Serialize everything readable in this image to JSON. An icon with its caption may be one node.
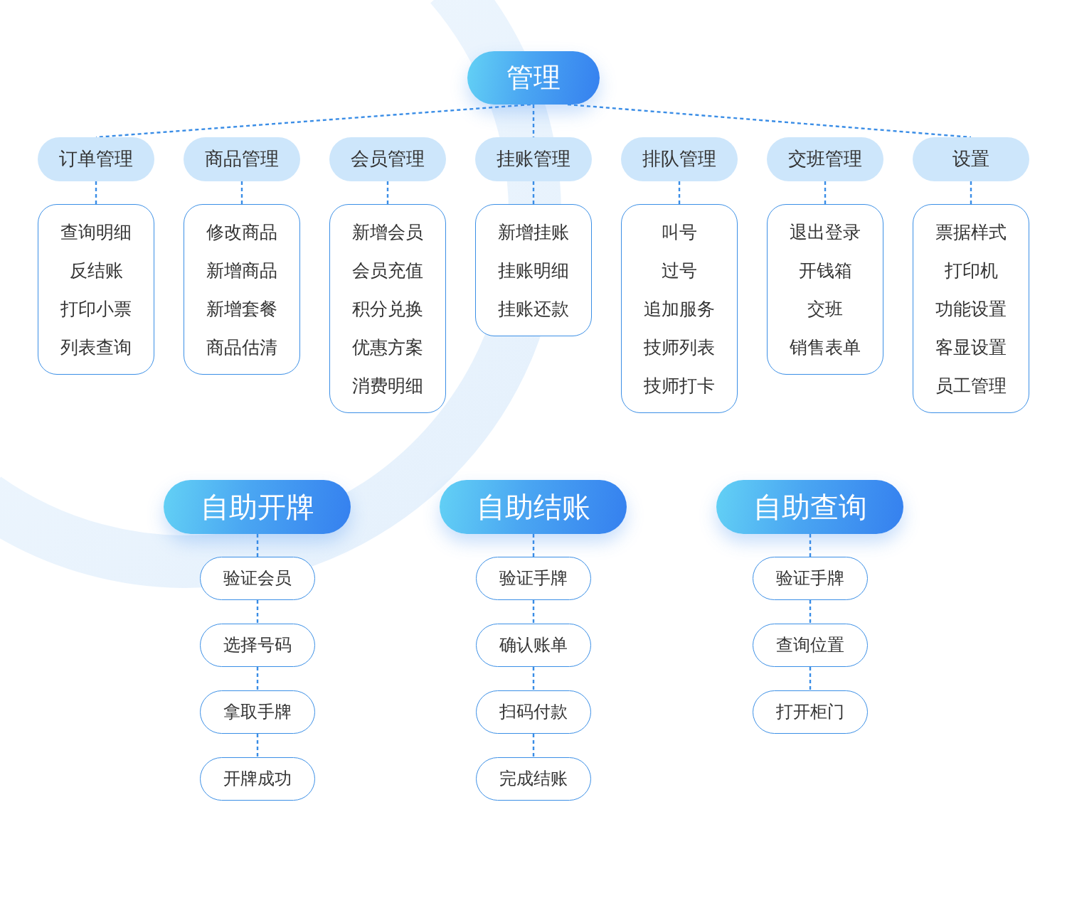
{
  "diagram": {
    "nodes": [
      {
        "text": [
          "管理"
        ]
      },
      {
        "text": [
          "订单管理"
        ]
      },
      {
        "text": [
          "商品管理"
        ]
      },
      {
        "text": [
          "会员管理"
        ]
      },
      {
        "text": [
          "挂账管理"
        ]
      },
      {
        "text": [
          "排队管理"
        ]
      },
      {
        "text": [
          "交班管理"
        ]
      },
      {
        "text": [
          "设置"
        ]
      },
      {
        "text": [
          "查询明细",
          "反结账",
          "打印小票",
          "列表查询"
        ]
      },
      {
        "text": [
          "修改商品",
          "新增商品",
          "新增套餐",
          "商品估清"
        ]
      },
      {
        "text": [
          "新增会员",
          "会员充值",
          "积分兑换",
          "优惠方案",
          "消费明细"
        ]
      },
      {
        "text": [
          "新增挂账",
          "挂账明细",
          "挂账还款"
        ]
      },
      {
        "text": [
          "叫号",
          "过号",
          "追加服务",
          "技师列表",
          "技师打卡"
        ]
      },
      {
        "text": [
          "退出登录",
          "开钱箱",
          "交班",
          "销售表单"
        ]
      },
      {
        "text": [
          "票据样式",
          "打印机",
          "功能设置",
          "客显设置",
          "员工管理"
        ]
      },
      {
        "text": [
          "自助开牌"
        ]
      },
      {
        "text": [
          "验证会员"
        ]
      },
      {
        "text": [
          "选择号码"
        ]
      },
      {
        "text": [
          "拿取手牌"
        ]
      },
      {
        "text": [
          "开牌成功"
        ]
      },
      {
        "text": [
          "自助结账"
        ]
      },
      {
        "text": [
          "验证手牌"
        ]
      },
      {
        "text": [
          "确认账单"
        ]
      },
      {
        "text": [
          "扫码付款"
        ]
      },
      {
        "text": [
          "完成结账"
        ]
      },
      {
        "text": [
          "自助查询"
        ]
      },
      {
        "text": [
          "验证手牌"
        ]
      },
      {
        "text": [
          "查询位置"
        ]
      },
      {
        "text": [
          "打开柜门"
        ]
      }
    ],
    "edges": [
      {
        "from": 0,
        "to": 1,
        "arrow": "none"
      },
      {
        "from": 0,
        "to": 4,
        "arrow": "none"
      },
      {
        "from": 0,
        "to": 7,
        "arrow": "none"
      },
      {
        "from": 1,
        "to": 8,
        "arrow": "none"
      },
      {
        "from": 2,
        "to": 9,
        "arrow": "none"
      },
      {
        "from": 3,
        "to": 10,
        "arrow": "none"
      },
      {
        "from": 4,
        "to": 11,
        "arrow": "none"
      },
      {
        "from": 5,
        "to": 12,
        "arrow": "none"
      },
      {
        "from": 6,
        "to": 13,
        "arrow": "none"
      },
      {
        "from": 7,
        "to": 14,
        "arrow": "none"
      },
      {
        "from": 15,
        "to": 16,
        "arrow": "none"
      },
      {
        "from": 16,
        "to": 17,
        "arrow": "none"
      },
      {
        "from": 17,
        "to": 18,
        "arrow": "none"
      },
      {
        "from": 18,
        "to": 19,
        "arrow": "none"
      },
      {
        "from": 20,
        "to": 21,
        "arrow": "none"
      },
      {
        "from": 21,
        "to": 22,
        "arrow": "none"
      },
      {
        "from": 22,
        "to": 23,
        "arrow": "none"
      },
      {
        "from": 23,
        "to": 24,
        "arrow": "none"
      },
      {
        "from": 25,
        "to": 26,
        "arrow": "none"
      },
      {
        "from": 26,
        "to": 27,
        "arrow": "none"
      },
      {
        "from": 27,
        "to": 28,
        "arrow": "none"
      }
    ]
  }
}
